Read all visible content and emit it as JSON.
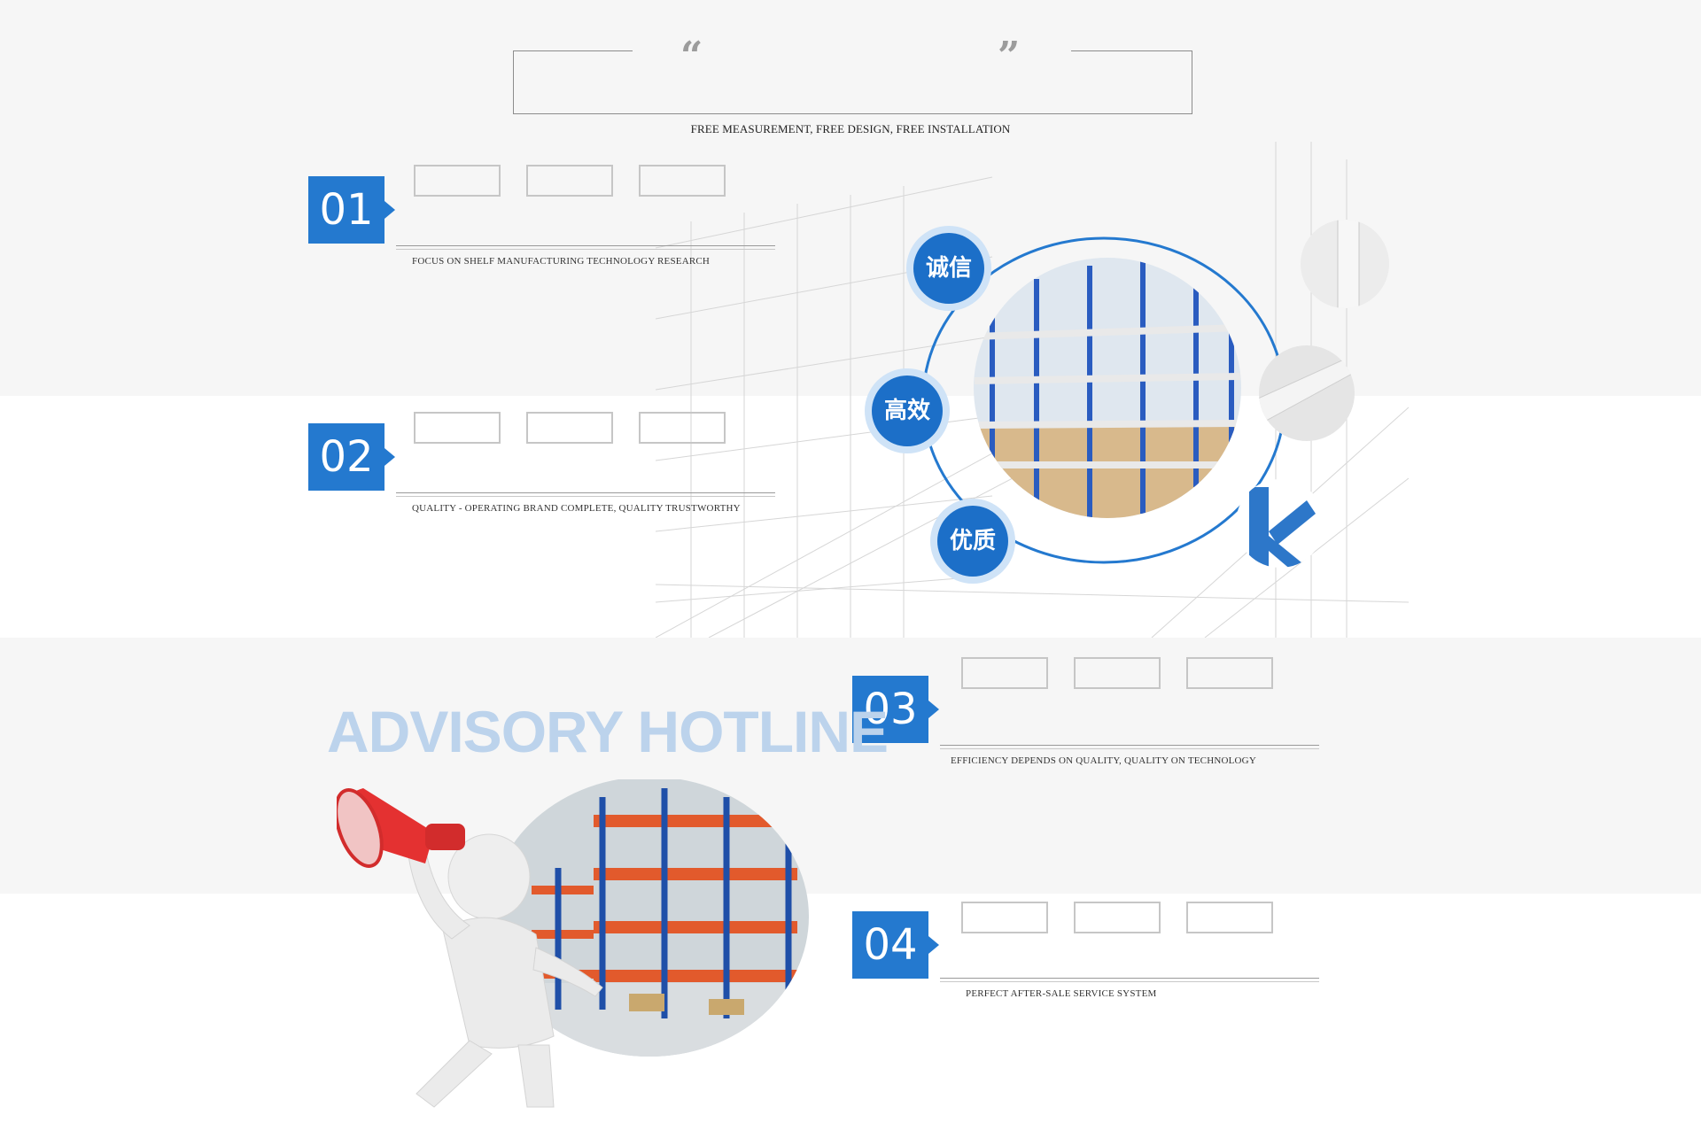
{
  "header": {
    "quote_open": "“",
    "quote_close": "”",
    "subtitle": "FREE MEASUREMENT, FREE DESIGN, FREE INSTALLATION"
  },
  "features": [
    {
      "number": "01",
      "caption": "FOCUS ON SHELF MANUFACTURING TECHNOLOGY RESEARCH"
    },
    {
      "number": "02",
      "caption": "QUALITY - OPERATING BRAND COMPLETE, QUALITY TRUSTWORTHY"
    },
    {
      "number": "03",
      "caption": "EFFICIENCY DEPENDS ON QUALITY, QUALITY ON TECHNOLOGY"
    },
    {
      "number": "04",
      "caption": "PERFECT AFTER-SALE SERVICE SYSTEM"
    }
  ],
  "diagram": {
    "badges": [
      "诚信",
      "高效",
      "优质"
    ]
  },
  "hotline": {
    "title": "ADVISORY HOTLINE"
  },
  "colors": {
    "brand_blue": "#2479cf",
    "badge_blue": "#1c6fc8",
    "hotline_text": "#bcd3ec",
    "shelf_orange": "#e2532a"
  }
}
